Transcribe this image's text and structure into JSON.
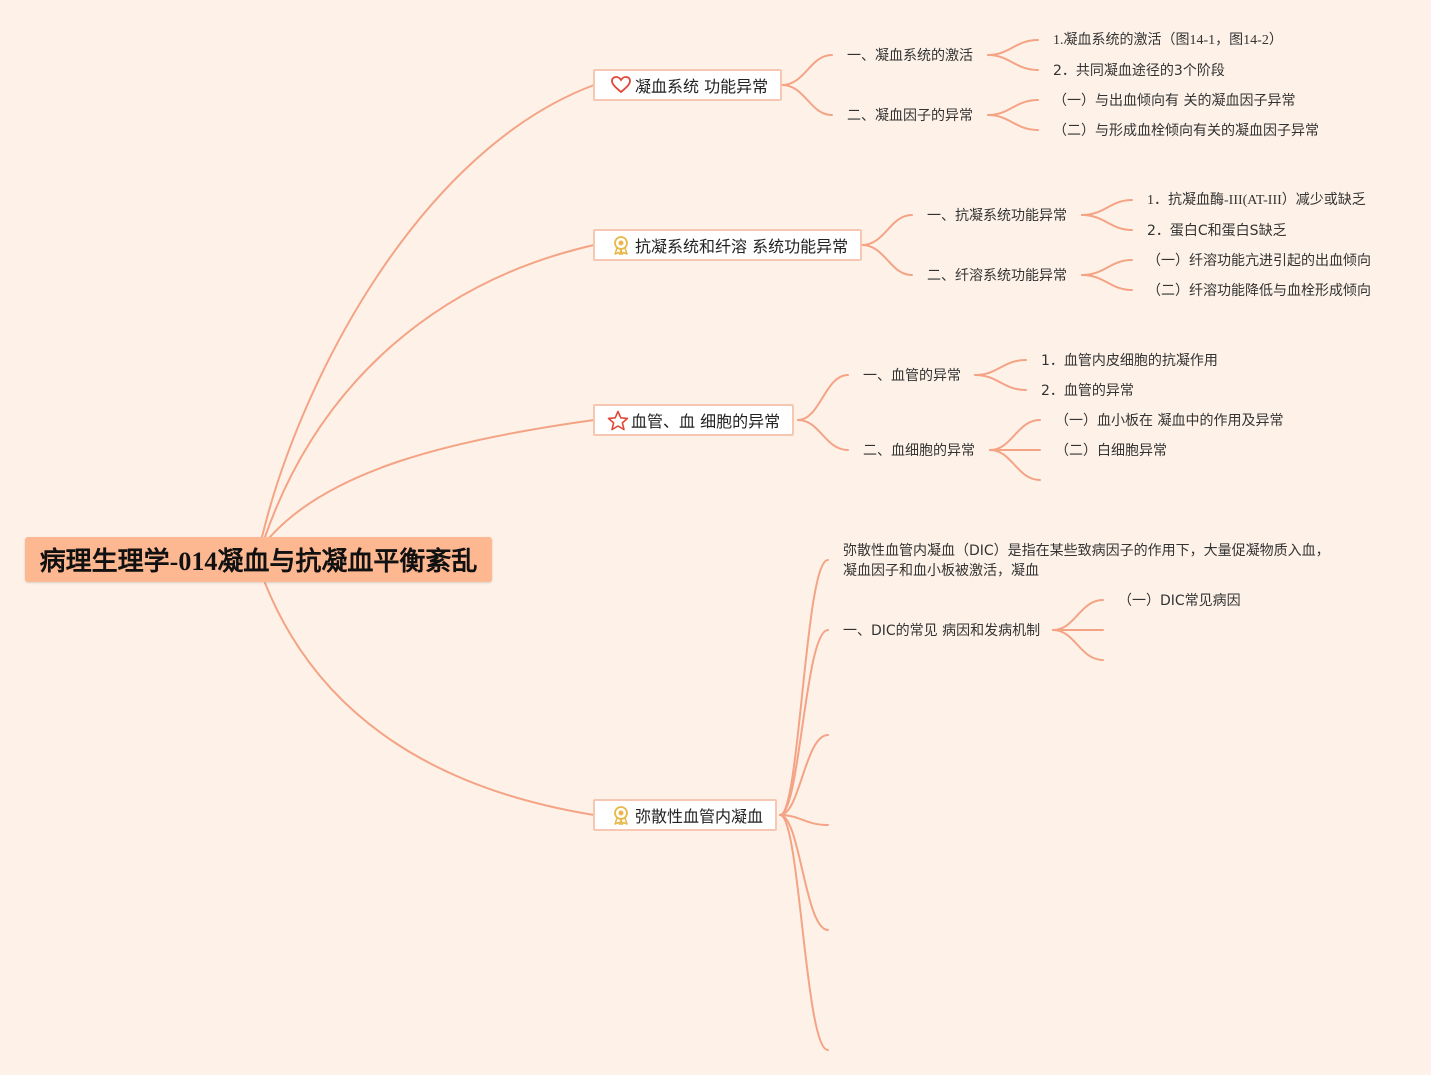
{
  "root": {
    "label": "病理生理学-014凝血与抗凝血平衡紊乱"
  },
  "branches": [
    {
      "label": "凝血系统 功能异常",
      "icon": "heart-icon",
      "children": [
        {
          "label": "一、凝血系统的激活",
          "children": [
            "1.凝血系统的激活（图14-1，图14-2）",
            "2．共同凝血途径的3个阶段"
          ]
        },
        {
          "label": "二、凝血因子的异常",
          "children": [
            "（一）与出血倾向有 关的凝血因子异常",
            "（二）与形成血栓倾向有关的凝血因子异常"
          ]
        }
      ]
    },
    {
      "label": "抗凝系统和纤溶 系统功能异常",
      "icon": "award-icon",
      "children": [
        {
          "label": "一、抗凝系统功能异常",
          "children": [
            "1．抗凝血酶-III(AT-III）减少或缺乏",
            "2．蛋白C和蛋白S缺乏"
          ]
        },
        {
          "label": "二、纤溶系统功能异常",
          "children": [
            "（一）纤溶功能亢进引起的出血倾向",
            "（二）纤溶功能降低与血栓形成倾向"
          ]
        }
      ]
    },
    {
      "label": "血管、血 细胞的异常",
      "icon": "star-icon",
      "children": [
        {
          "label": "一、血管的异常",
          "children": [
            "1．血管内皮细胞的抗凝作用",
            "2．血管的异常"
          ]
        },
        {
          "label": "二、血细胞的异常",
          "children": [
            "（一）血小板在 凝血中的作用及异常",
            "（二）白细胞异常"
          ]
        }
      ]
    },
    {
      "label": "弥散性血管内凝血",
      "icon": "award-icon",
      "description": "弥散性血管内凝血（DIC）是指在某些致病因子的作用下，大量促凝物质入血，凝血因子和血小板被激活，凝血",
      "children": [
        {
          "label": "一、DIC的常见 病因和发病机制",
          "children": [
            "（一）DIC常见病因"
          ]
        }
      ]
    }
  ],
  "colors": {
    "background": "#fef2e8",
    "line": "#f4a385",
    "root": "#fdb891",
    "branch_border": "#f7c7b3"
  }
}
